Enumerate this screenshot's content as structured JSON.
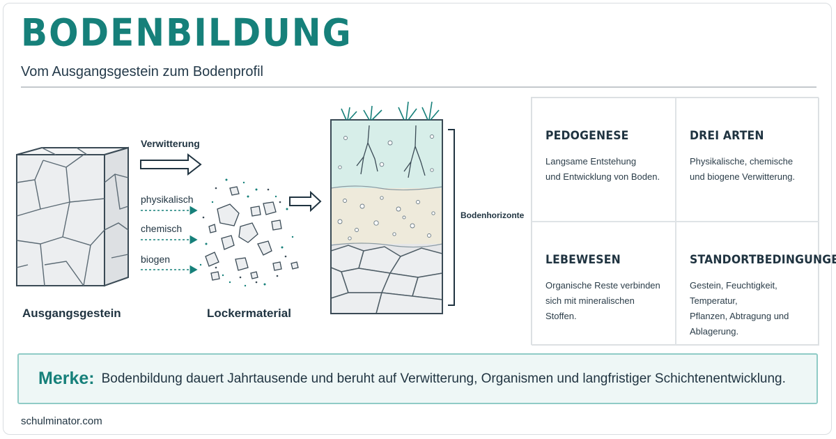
{
  "header": {
    "title": "BODENBILDUNG",
    "subtitle": "Vom Ausgangsgestein zum Bodenprofil"
  },
  "diagram": {
    "rock_label": "Ausgangsgestein",
    "weathering_label": "Verwitterung",
    "weathering_types": [
      "physikalisch",
      "chemisch",
      "biogen"
    ],
    "loose_label": "Lockermaterial",
    "horizons_label": "Bodenhorizonte"
  },
  "cards": [
    {
      "title": "PEDOGENESE",
      "text": "Langsame Entstehung\nund Entwicklung von Boden."
    },
    {
      "title": "DREI ARTEN",
      "text": "Physikalische, chemische\nund biogene Verwitterung."
    },
    {
      "title": "LEBEWESEN",
      "text": "Organische Reste verbinden\nsich mit mineralischen Stoffen."
    },
    {
      "title": "STANDORTBEDINGUNGEN",
      "text": "Gestein, Feuchtigkeit, Temperatur,\nPflanzen, Abtragung und\nAblagerung."
    }
  ],
  "merke": {
    "label": "Merke:",
    "text": "Bodenbildung dauert Jahrtausende und beruht auf Verwitterung, Organismen und langfristiger Schichtenentwicklung."
  },
  "footer": {
    "text": "schulminator.com"
  },
  "colors": {
    "accent": "#16807a",
    "text": "#1f3340",
    "topsoil": "#d7eee9",
    "subsoil": "#eeeadb",
    "rock": "#e6e7e9"
  }
}
